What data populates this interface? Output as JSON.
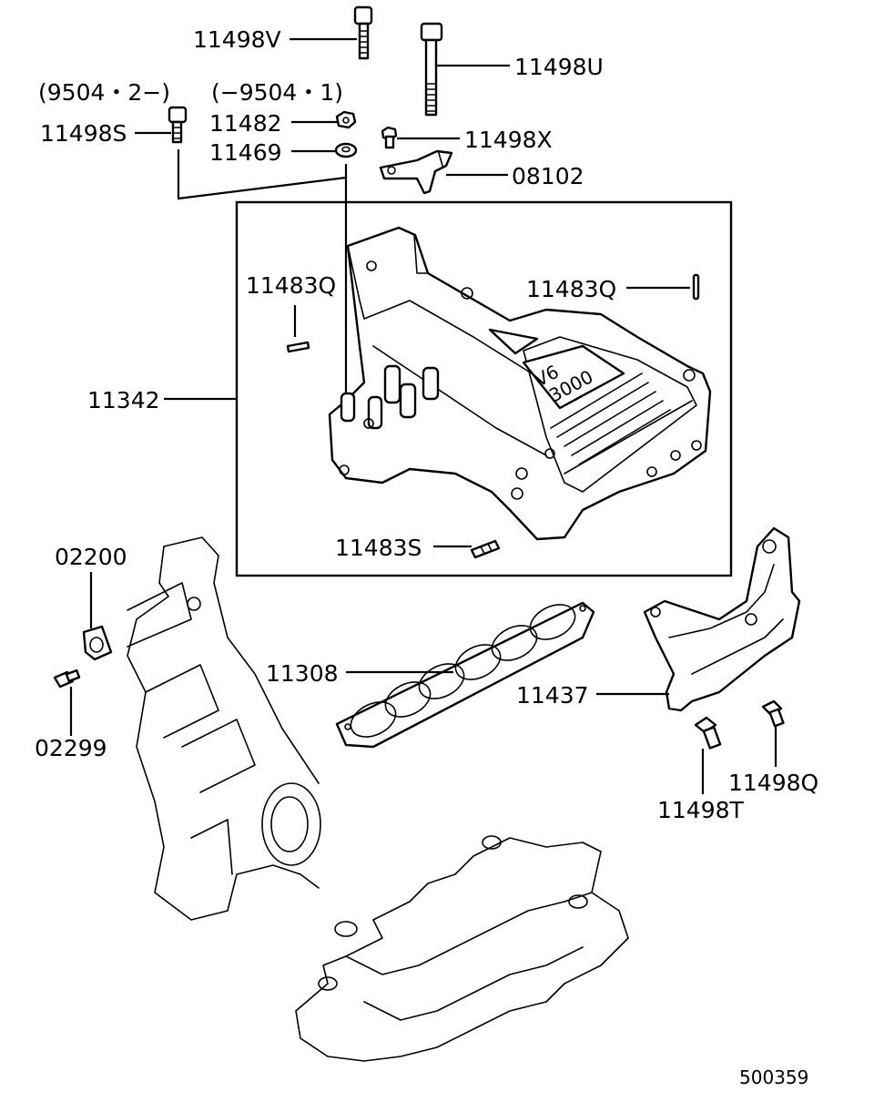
{
  "labels": {
    "p11498V": "11498V",
    "p11498U": "11498U",
    "note_left": "(9504・2−)",
    "note_right": "(−9504・1)",
    "p11498S": "11498S",
    "p11482": "11482",
    "p11469": "11469",
    "p11498X": "11498X",
    "p08102": "08102",
    "p11483Q_left": "11483Q",
    "p11483Q_right": "11483Q",
    "p11342": "11342",
    "p11483S": "11483S",
    "p02200": "02200",
    "p02299": "02299",
    "p11308": "11308",
    "p11437": "11437",
    "p11498Q": "11498Q",
    "p11498T": "11498T",
    "emblem_top": "V6",
    "emblem_bottom": "3000",
    "figure_id": "500359"
  }
}
